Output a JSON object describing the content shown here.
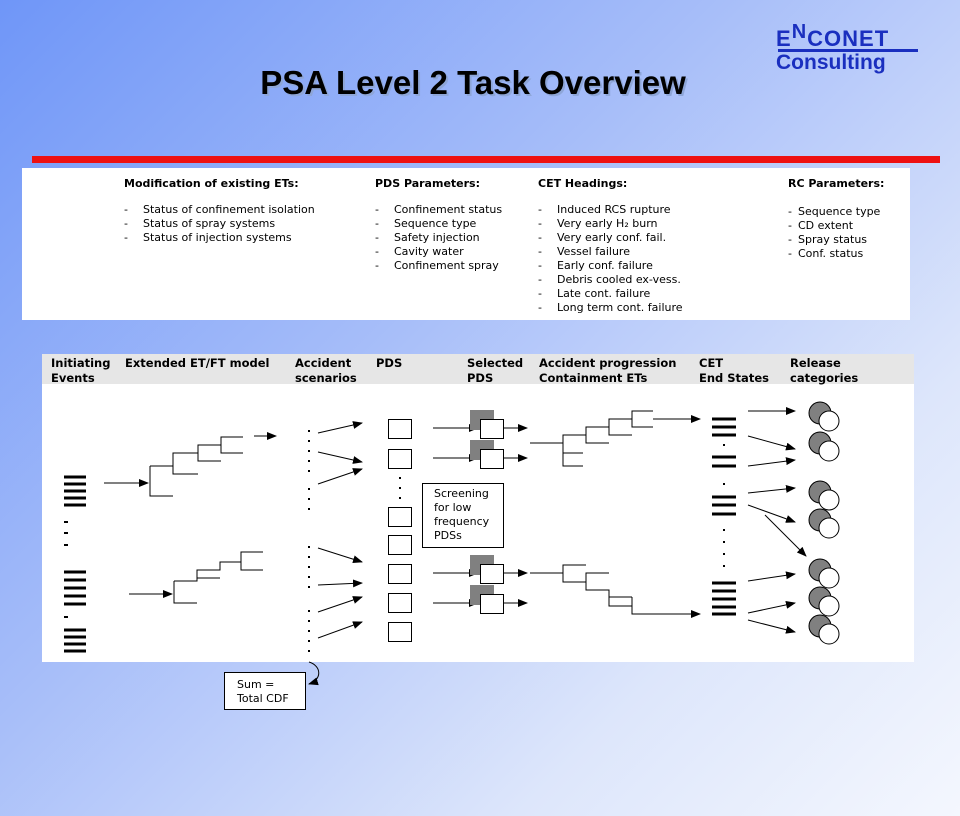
{
  "header": {
    "title": "PSA Level 2 Task Overview",
    "logo_line1": "ENCONET",
    "logo_line2": "Consulting",
    "brand_color": "#1a2fbf",
    "accent_line_color": "#ee1111"
  },
  "parameters": {
    "modification": {
      "heading": "Modification of existing ETs:",
      "items": [
        "Status of confinement isolation",
        "Status of spray systems",
        "Status of injection systems"
      ]
    },
    "pds": {
      "heading": "PDS Parameters:",
      "items": [
        "Confinement status",
        "Sequence type",
        "Safety injection",
        "Cavity water",
        "Confinement spray"
      ]
    },
    "cet": {
      "heading": "CET Headings:",
      "items": [
        "Induced RCS rupture",
        "Very early H₂ burn",
        "Very early conf. fail.",
        "Vessel failure",
        "Early conf. failure",
        "Debris cooled ex-vess.",
        "Late cont. failure",
        "Long term cont. failure"
      ]
    },
    "rc": {
      "heading": "RC Parameters:",
      "items": [
        "Sequence type",
        "CD extent",
        "Spray status",
        "Conf. status"
      ]
    }
  },
  "columns": [
    {
      "line1": "Initiating",
      "line2": "Events"
    },
    {
      "line1": "Extended ET/FT model",
      "line2": ""
    },
    {
      "line1": "Accident",
      "line2": "scenarios"
    },
    {
      "line1": "PDS",
      "line2": ""
    },
    {
      "line1": "Selected",
      "line2": "PDS"
    },
    {
      "line1": "Accident progression",
      "line2": "Containment ETs"
    },
    {
      "line1": "CET",
      "line2": "End States"
    },
    {
      "line1": "Release",
      "line2": "categories"
    }
  ],
  "callouts": {
    "screening": [
      "Screening",
      "for low",
      "frequency",
      "PDSs"
    ],
    "sum": [
      "Sum =",
      "Total CDF"
    ]
  }
}
